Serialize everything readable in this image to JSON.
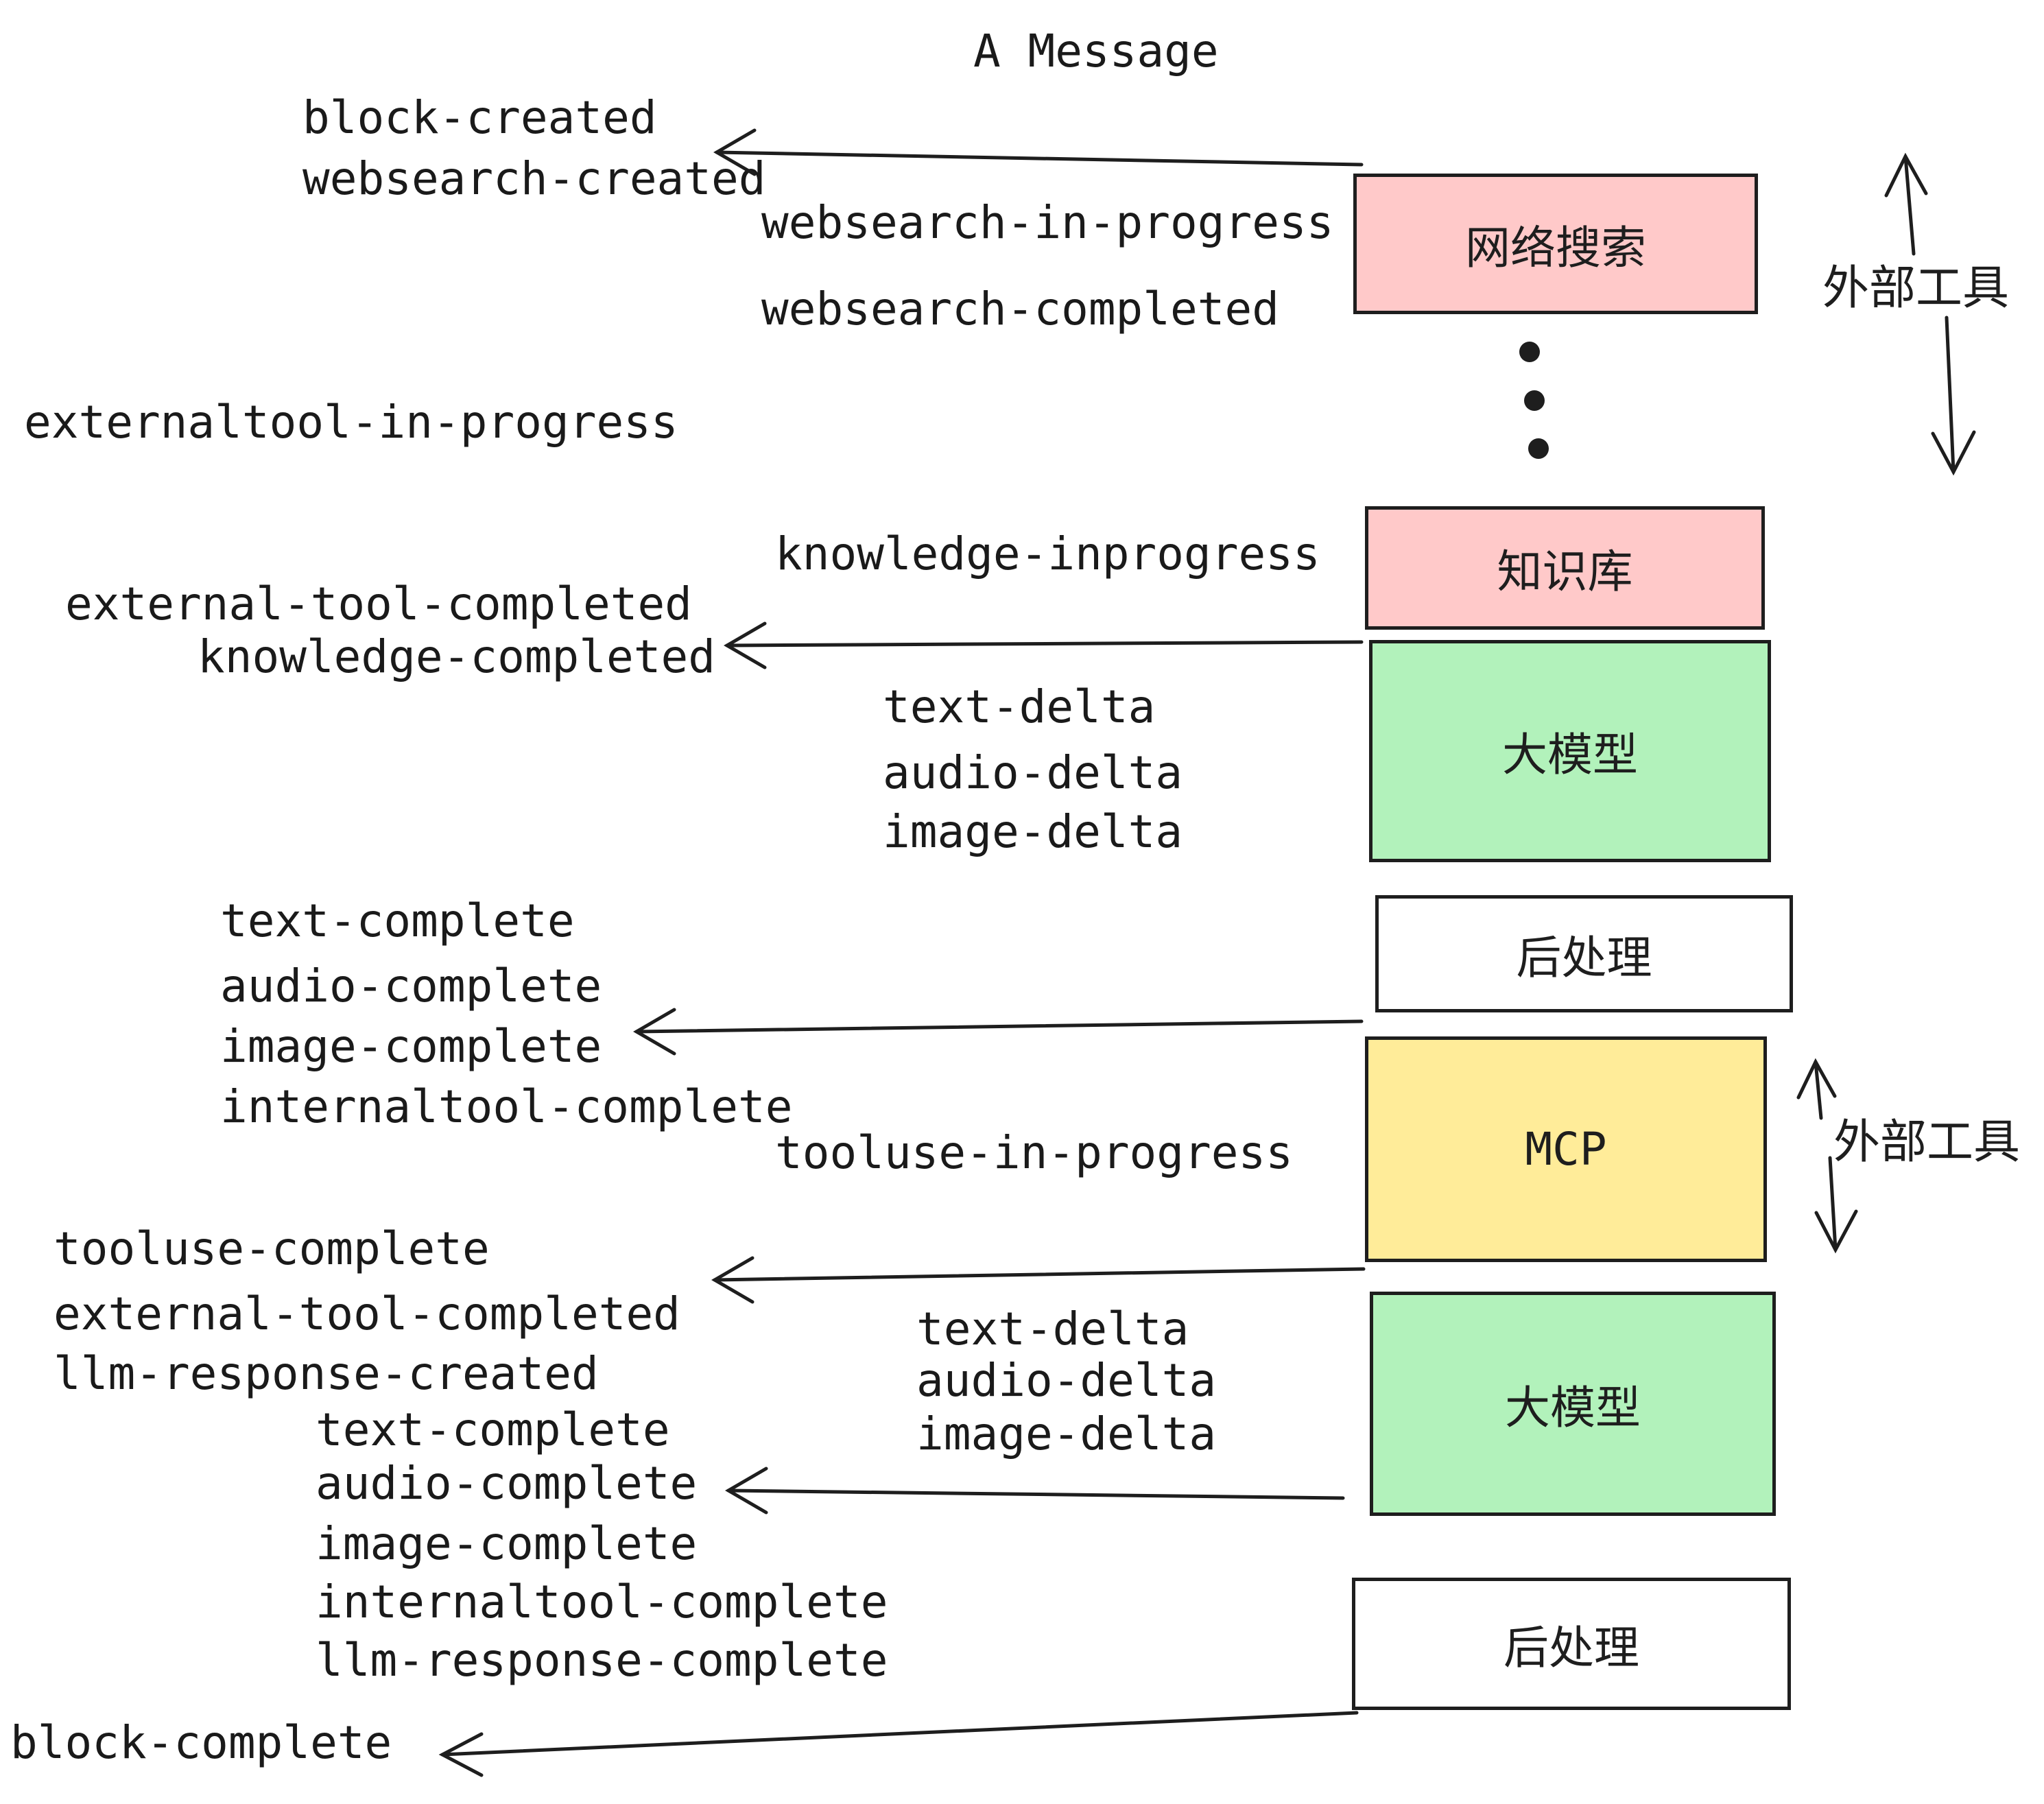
{
  "title": "A Message",
  "colors": {
    "ink": "#1e1e1e",
    "pink": "#ffc9c9",
    "green": "#b2f2bb",
    "yellow": "#ffec99",
    "white": "#ffffff",
    "background": "#ffffff"
  },
  "boxes": {
    "websearch": {
      "label": "网络搜索",
      "fill": "#ffc9c9"
    },
    "knowledge": {
      "label": "知识库",
      "fill": "#ffc9c9"
    },
    "llm": {
      "label": "大模型",
      "fill": "#b2f2bb"
    },
    "post": {
      "label": "后处理",
      "fill": "#ffffff"
    },
    "mcp": {
      "label": "MCP",
      "fill": "#ffec99"
    }
  },
  "side_label": "外部工具",
  "dots_icon": "vertical-ellipsis",
  "events": {
    "block_created": "block-created",
    "websearch_created": "websearch-created",
    "websearch_in_progress": "websearch-in-progress",
    "websearch_completed": "websearch-completed",
    "externaltool_in_progress": "externaltool-in-progress",
    "knowledge_inprogress": "knowledge-inprogress",
    "external_tool_completed": "external-tool-completed",
    "knowledge_completed": "knowledge-completed",
    "text_delta": "text-delta",
    "audio_delta": "audio-delta",
    "image_delta": "image-delta",
    "text_complete": "text-complete",
    "audio_complete": "audio-complete",
    "image_complete": "image-complete",
    "internaltool_complete": "internaltool-complete",
    "tooluse_in_progress": "tooluse-in-progress",
    "tooluse_complete": "tooluse-complete",
    "llm_response_created": "llm-response-created",
    "llm_response_complete": "llm-response-complete",
    "block_complete": "block-complete"
  }
}
